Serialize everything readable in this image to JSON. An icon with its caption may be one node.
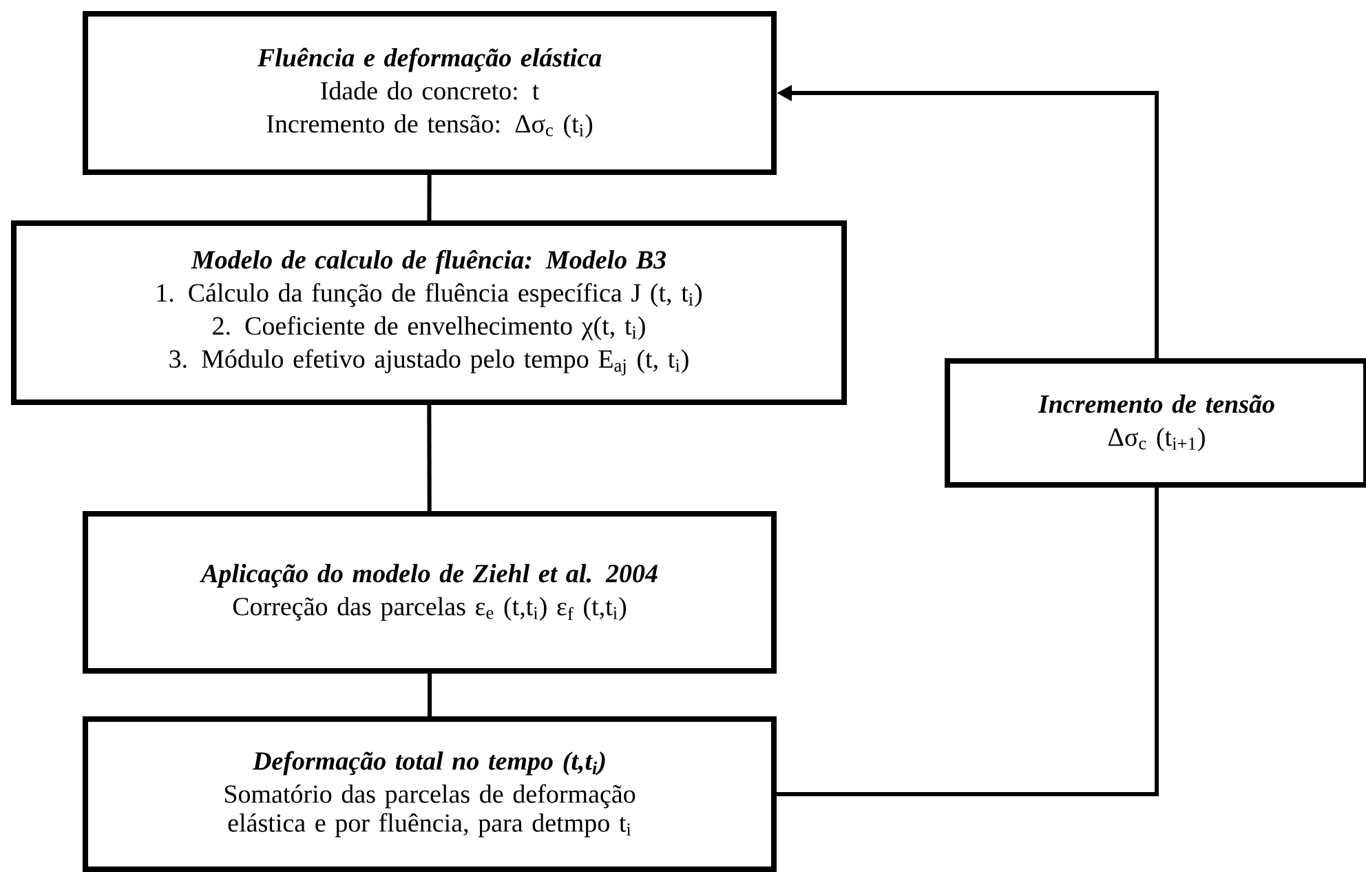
{
  "diagram": {
    "nodes": [
      {
        "text": [
          "Fluência e deformação elástica",
          "Idade do concreto: t",
          "Incremento de tensão: Δσ$_{c}$ (t$_{i}$)"
        ]
      },
      {
        "text": [
          "Modelo de calculo de fluência: Modelo B3",
          "1. Cálculo da função de fluência específica J (t, t$_{i}$)",
          "2. Coeficiente de envelhecimento χ(t, t$_{i}$)",
          "3. Módulo efetivo ajustado pelo tempo E$_{aj}$ (t, t$_{i}$)"
        ]
      },
      {
        "text": [
          "Aplicação do modelo de Ziehl et al. 2004",
          "Correção das parcelas ε$_{e}$ (t,t$_{i}$) ε$_{f}$ (t,t$_{i}$)"
        ]
      },
      {
        "text": [
          "Deformação total no tempo (t,t$_{i}$)",
          "Somatório das parcelas de deformação elástica e por fluência, para detmpo t$_{i}$"
        ]
      },
      {
        "text": [
          "Incremento de tensão",
          "Δσ$_{c}$ (t$_{i+1}$)"
        ]
      }
    ],
    "edges": [
      {
        "from": 0,
        "to": 1,
        "arrow": "none"
      },
      {
        "from": 1,
        "to": 2,
        "arrow": "none"
      },
      {
        "from": 2,
        "to": 3,
        "arrow": "none"
      },
      {
        "from": 3,
        "to": 4,
        "arrow": "none"
      },
      {
        "from": 4,
        "to": 0,
        "arrow": "to"
      }
    ]
  }
}
